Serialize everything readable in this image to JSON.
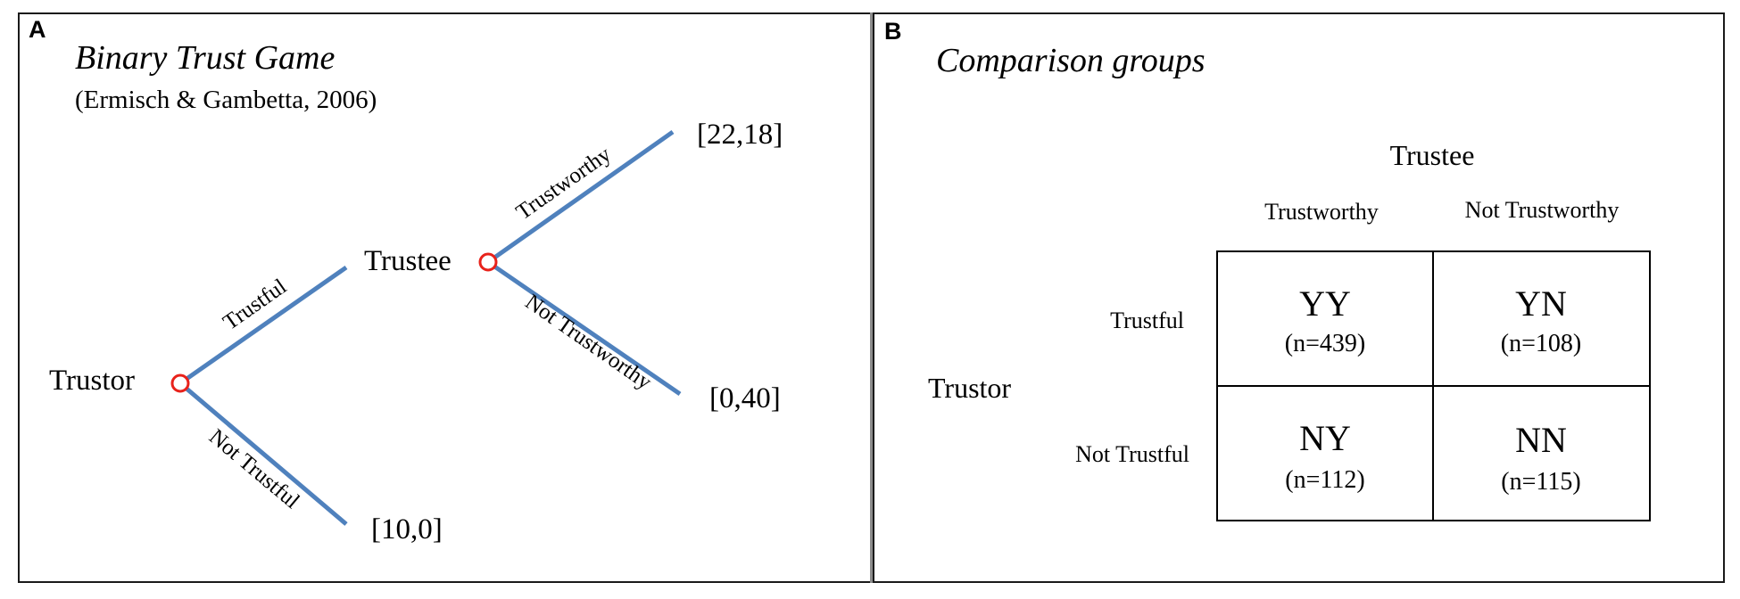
{
  "panel_a": {
    "letter": "A",
    "title": "Binary Trust Game",
    "citation": "(Ermisch & Gambetta, 2006)",
    "trustor_label": "Trustor",
    "trustee_label": "Trustee",
    "branch_trustful": "Trustful",
    "branch_not_trustful": "Not Trustful",
    "branch_trustworthy": "Trustworthy",
    "branch_not_trustworthy": "Not Trustworthy",
    "payoff_trustworthy": "[22,18]",
    "payoff_not_trustworthy": "[0,40]",
    "payoff_not_trustful": "[10,0]",
    "line_color": "#4f81bd",
    "node_color": "#e8221b"
  },
  "panel_b": {
    "letter": "B",
    "title": "Comparison groups",
    "trustee_header": "Trustee",
    "col_trustworthy": "Trustworthy",
    "col_not_trustworthy": "Not Trustworthy",
    "trustor_header": "Trustor",
    "row_trustful": "Trustful",
    "row_not_trustful": "Not Trustful",
    "cells": [
      {
        "code": "YY",
        "n": "(n=439)"
      },
      {
        "code": "YN",
        "n": "(n=108)"
      },
      {
        "code": "NY",
        "n": "(n=112)"
      },
      {
        "code": "NN",
        "n": "(n=115)"
      }
    ]
  }
}
